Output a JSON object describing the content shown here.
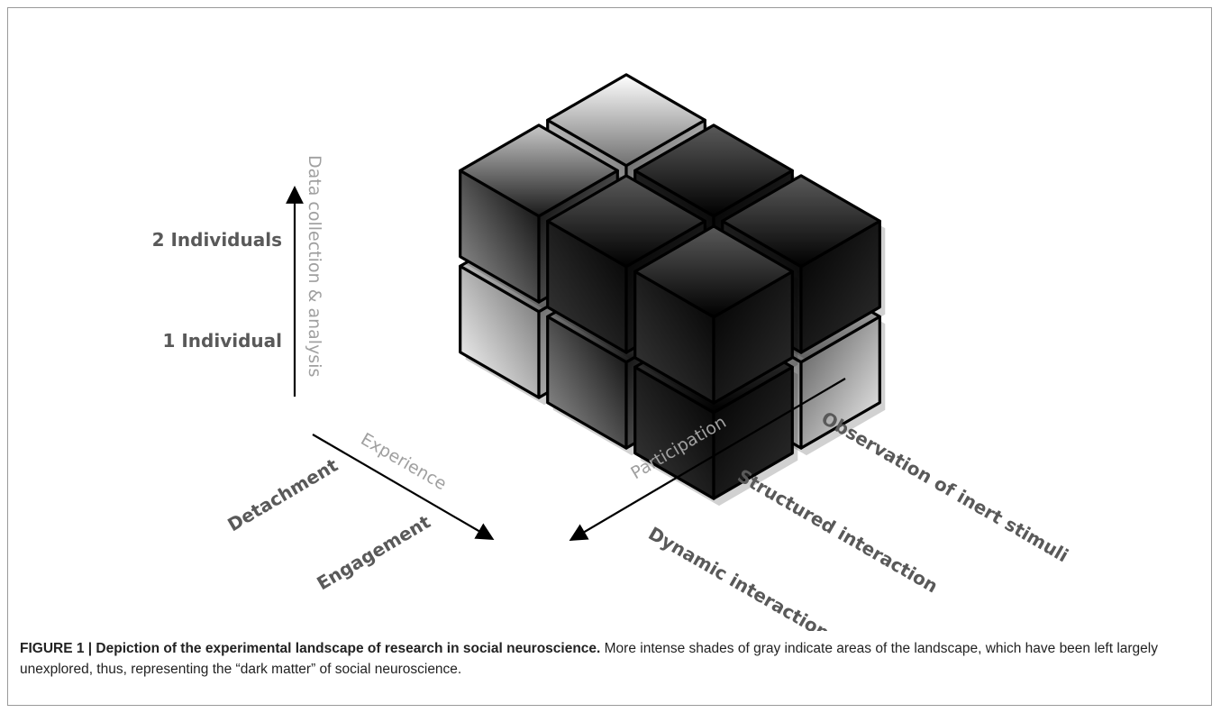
{
  "diagram": {
    "axis_labels": {
      "data": "Data collection & analysis",
      "experience": "Experience",
      "participation": "Participation"
    },
    "levels": {
      "two_individuals": "2 Individuals",
      "one_individual": "1 Individual",
      "detachment": "Detachment",
      "engagement": "Engagement",
      "observation": "Observation of inert stimuli",
      "structured": "Structured interaction",
      "dynamic": "Dynamic interaction"
    }
  },
  "caption": {
    "lead": "FIGURE 1 | Depiction of the experimental landscape of research in social neuroscience.",
    "body": " More intense shades of gray indicate areas of the landscape, which have been left largely unexplored, thus, representing the “dark matter” of social neuroscience."
  }
}
